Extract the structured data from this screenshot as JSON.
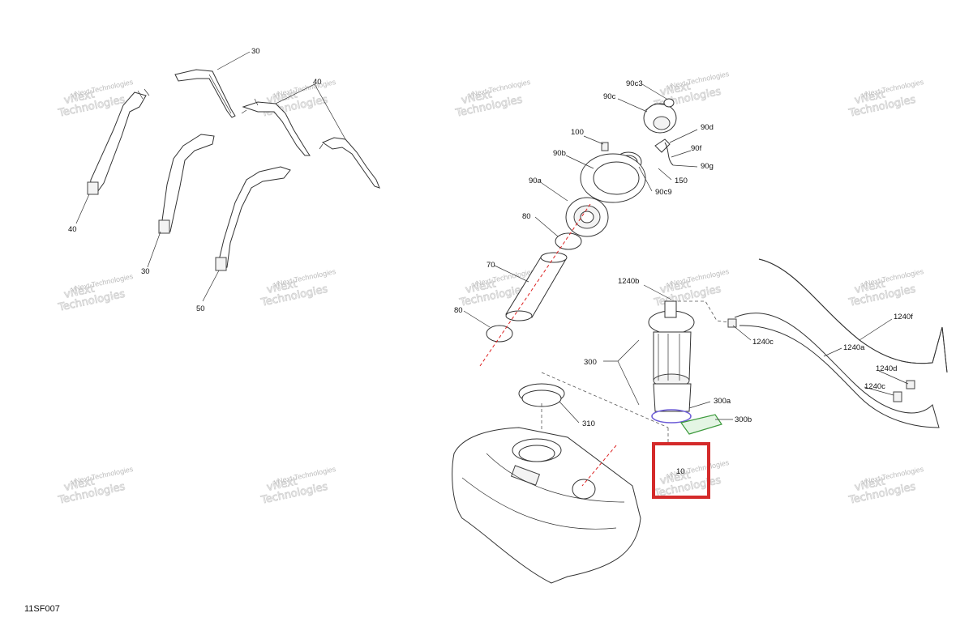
{
  "diagram_code": "11SF007",
  "watermark": {
    "line1": "vNext",
    "line2": "Technologies",
    "full": "vNext Technologies"
  },
  "callouts": {
    "c30a": "30",
    "c40a": "40",
    "c40b": "40",
    "c30b": "30",
    "c50": "50",
    "c90c3": "90c3",
    "c90c": "90c",
    "c90d": "90d",
    "c100": "100",
    "c90f": "90f",
    "c90b": "90b",
    "c90g": "90g",
    "c150": "150",
    "c90a": "90a",
    "c90c9": "90c9",
    "c80a": "80",
    "c70": "70",
    "c80b": "80",
    "c1240b": "1240b",
    "c1240c_a": "1240c",
    "c1240f": "1240f",
    "c1240a": "1240a",
    "c300": "300",
    "c1240d": "1240d",
    "c1240c_b": "1240c",
    "c300a": "300a",
    "c300b": "300b",
    "c310": "310",
    "c10": "10"
  },
  "highlight_color": "#d42a2a"
}
